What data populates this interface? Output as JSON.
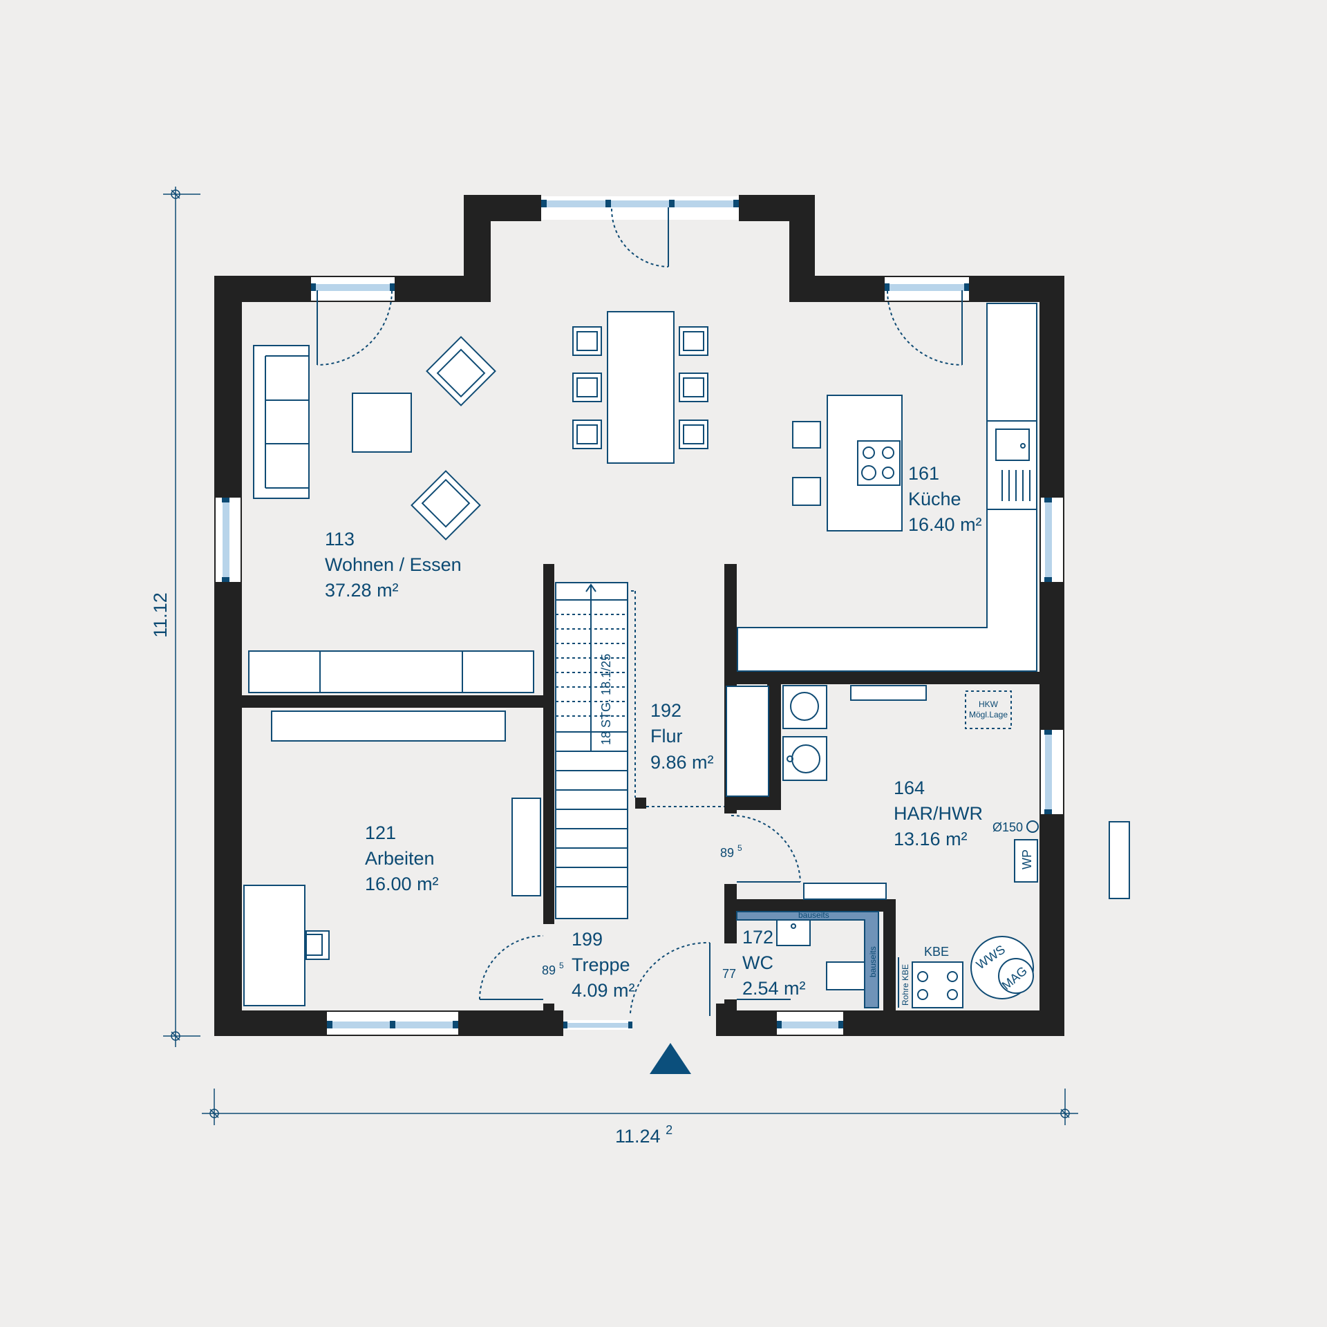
{
  "colors": {
    "background": "#efeeed",
    "wall": "#222222",
    "line": "#0f4b74",
    "glass": "#b8d4ea",
    "entrance_marker": "#0b4f7c"
  },
  "dimensions": {
    "width": "11.24",
    "width_sup": "2",
    "height": "11.12"
  },
  "rooms": {
    "wohnen": {
      "number": "113",
      "name": "Wohnen / Essen",
      "area": "37.28 m²"
    },
    "kueche": {
      "number": "161",
      "name": "Küche",
      "area": "16.40 m²"
    },
    "flur": {
      "number": "192",
      "name": "Flur",
      "area": "9.86 m²"
    },
    "arbeiten": {
      "number": "121",
      "name": "Arbeiten",
      "area": "16.00 m²"
    },
    "har": {
      "number": "164",
      "name": "HAR/HWR",
      "area": "13.16 m²"
    },
    "treppe": {
      "number": "199",
      "name": "Treppe",
      "area": "4.09 m²"
    },
    "wc": {
      "number": "172",
      "name": "WC",
      "area": "2.54 m²"
    }
  },
  "labels": {
    "stairs": "18 STG. 18.1/25",
    "door_width_1": "89",
    "door_width_1_sup": "5",
    "door_width_2": "89",
    "door_width_2_sup": "5",
    "door_width_3": "77",
    "hkw_line1": "HKW",
    "hkw_line2": "Mögl.Lage",
    "pipe": "Ø150",
    "wp": "WP",
    "kbe": "KBE",
    "rohre_kbe": "Rohre KBE",
    "bauseits_1": "bauseits",
    "bauseits_2": "bauseits",
    "wws": "WWS",
    "mag": "MAG"
  }
}
